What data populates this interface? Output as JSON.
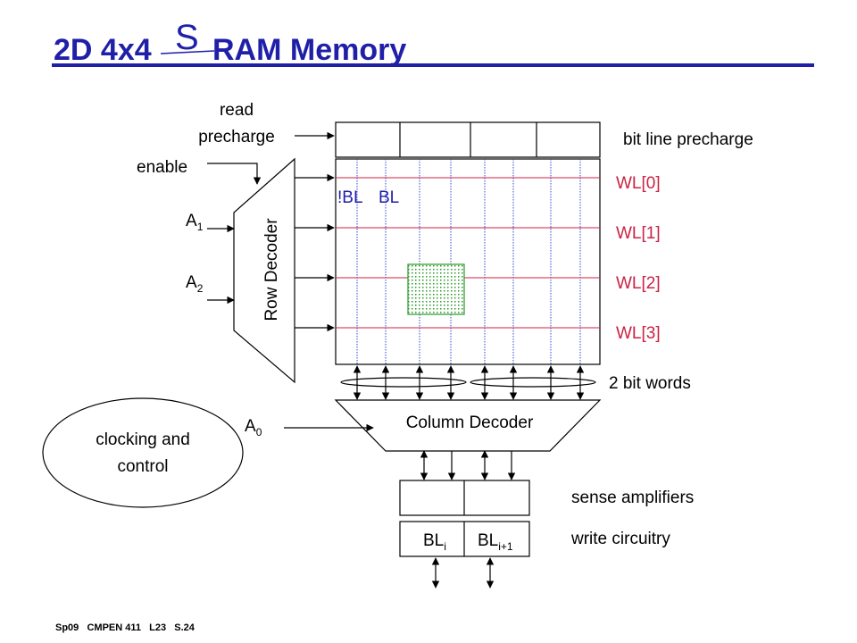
{
  "header": {
    "title_prefix": "2D 4x4",
    "title_insert": "S",
    "title_suffix": "RAM Memory"
  },
  "labels": {
    "read_precharge_line1": "read",
    "read_precharge_line2": "precharge",
    "bit_line_precharge": "bit line precharge",
    "enable": "enable",
    "a1": "A",
    "a1_sub": "1",
    "a2": "A",
    "a2_sub": "2",
    "a0": "A",
    "a0_sub": "0",
    "row_decoder": "Row Decoder",
    "not_bl": "!BL",
    "bl": "BL",
    "word_lines": [
      "WL[0]",
      "WL[1]",
      "WL[2]",
      "WL[3]"
    ],
    "two_bit_words": "2 bit words",
    "column_decoder": "Column Decoder",
    "clocking_line1": "clocking and",
    "clocking_line2": "control",
    "sense_amplifiers": "sense amplifiers",
    "write_circuitry": "write circuitry",
    "bli": "BL",
    "bli_sub": "i",
    "bli1": "BL",
    "bli1_sub": "i+1"
  },
  "footer": {
    "course": "Sp09   CMPEN 411   L23   S.24"
  },
  "colors": {
    "title": "#1f1fa8",
    "title_rule": "#1f1fa8",
    "word_line": "#cc2244",
    "bit_line": "#3344cc",
    "label_blue": "#1f1fa8",
    "cell_fill": "#2a9a2a"
  }
}
